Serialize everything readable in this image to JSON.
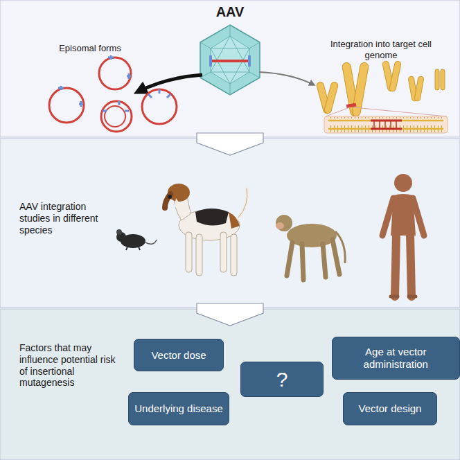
{
  "diagram": {
    "nodes": [
      {
        "text": [
          "AAV",
          "Episomal forms",
          "Integration into target cell genome"
        ]
      },
      {
        "text": [
          "AAV integration studies in different species"
        ]
      },
      {
        "text": [
          "Factors that may influence potential risk of insertional mutagenesis"
        ]
      },
      {
        "text": [
          "Vector dose"
        ],
        "in": 2
      },
      {
        "text": [
          "Age at vector administration"
        ],
        "in": 2
      },
      {
        "text": [
          "?"
        ],
        "in": 2
      },
      {
        "text": [
          "Underlying disease"
        ],
        "in": 2
      },
      {
        "text": [
          "Vector design"
        ],
        "in": 2
      }
    ],
    "edges": [
      {
        "from": 0,
        "to": 1,
        "arrow": "to"
      },
      {
        "from": 1,
        "to": 2,
        "arrow": "to"
      }
    ]
  }
}
